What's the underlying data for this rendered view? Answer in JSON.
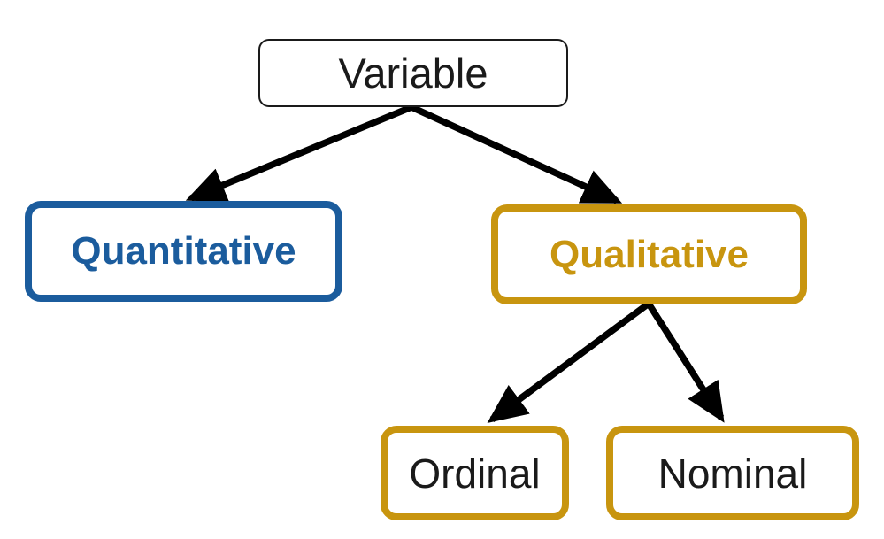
{
  "diagram": {
    "type": "tree",
    "nodes": [
      {
        "id": "variable",
        "label": "Variable",
        "level": 0,
        "style": "thin-black-outline, black text"
      },
      {
        "id": "quantitative",
        "label": "Quantitative",
        "level": 1,
        "style": "thick-blue-outline, bold blue text"
      },
      {
        "id": "qualitative",
        "label": "Qualitative",
        "level": 1,
        "style": "thick-gold-outline, bold gold text"
      },
      {
        "id": "ordinal",
        "label": "Ordinal",
        "level": 2,
        "style": "thick-gold-outline, black text"
      },
      {
        "id": "nominal",
        "label": "Nominal",
        "level": 2,
        "style": "thick-gold-outline, black text"
      }
    ],
    "edges": [
      {
        "from": "Variable",
        "to": "Quantitative"
      },
      {
        "from": "Variable",
        "to": "Qualitative"
      },
      {
        "from": "Qualitative",
        "to": "Ordinal"
      },
      {
        "from": "Qualitative",
        "to": "Nominal"
      }
    ],
    "colors": {
      "blue": "#1B5C9D",
      "gold": "#C8950F",
      "black": "#1A1A1A",
      "arrow": "#000000",
      "background": "#FFFFFF"
    }
  }
}
